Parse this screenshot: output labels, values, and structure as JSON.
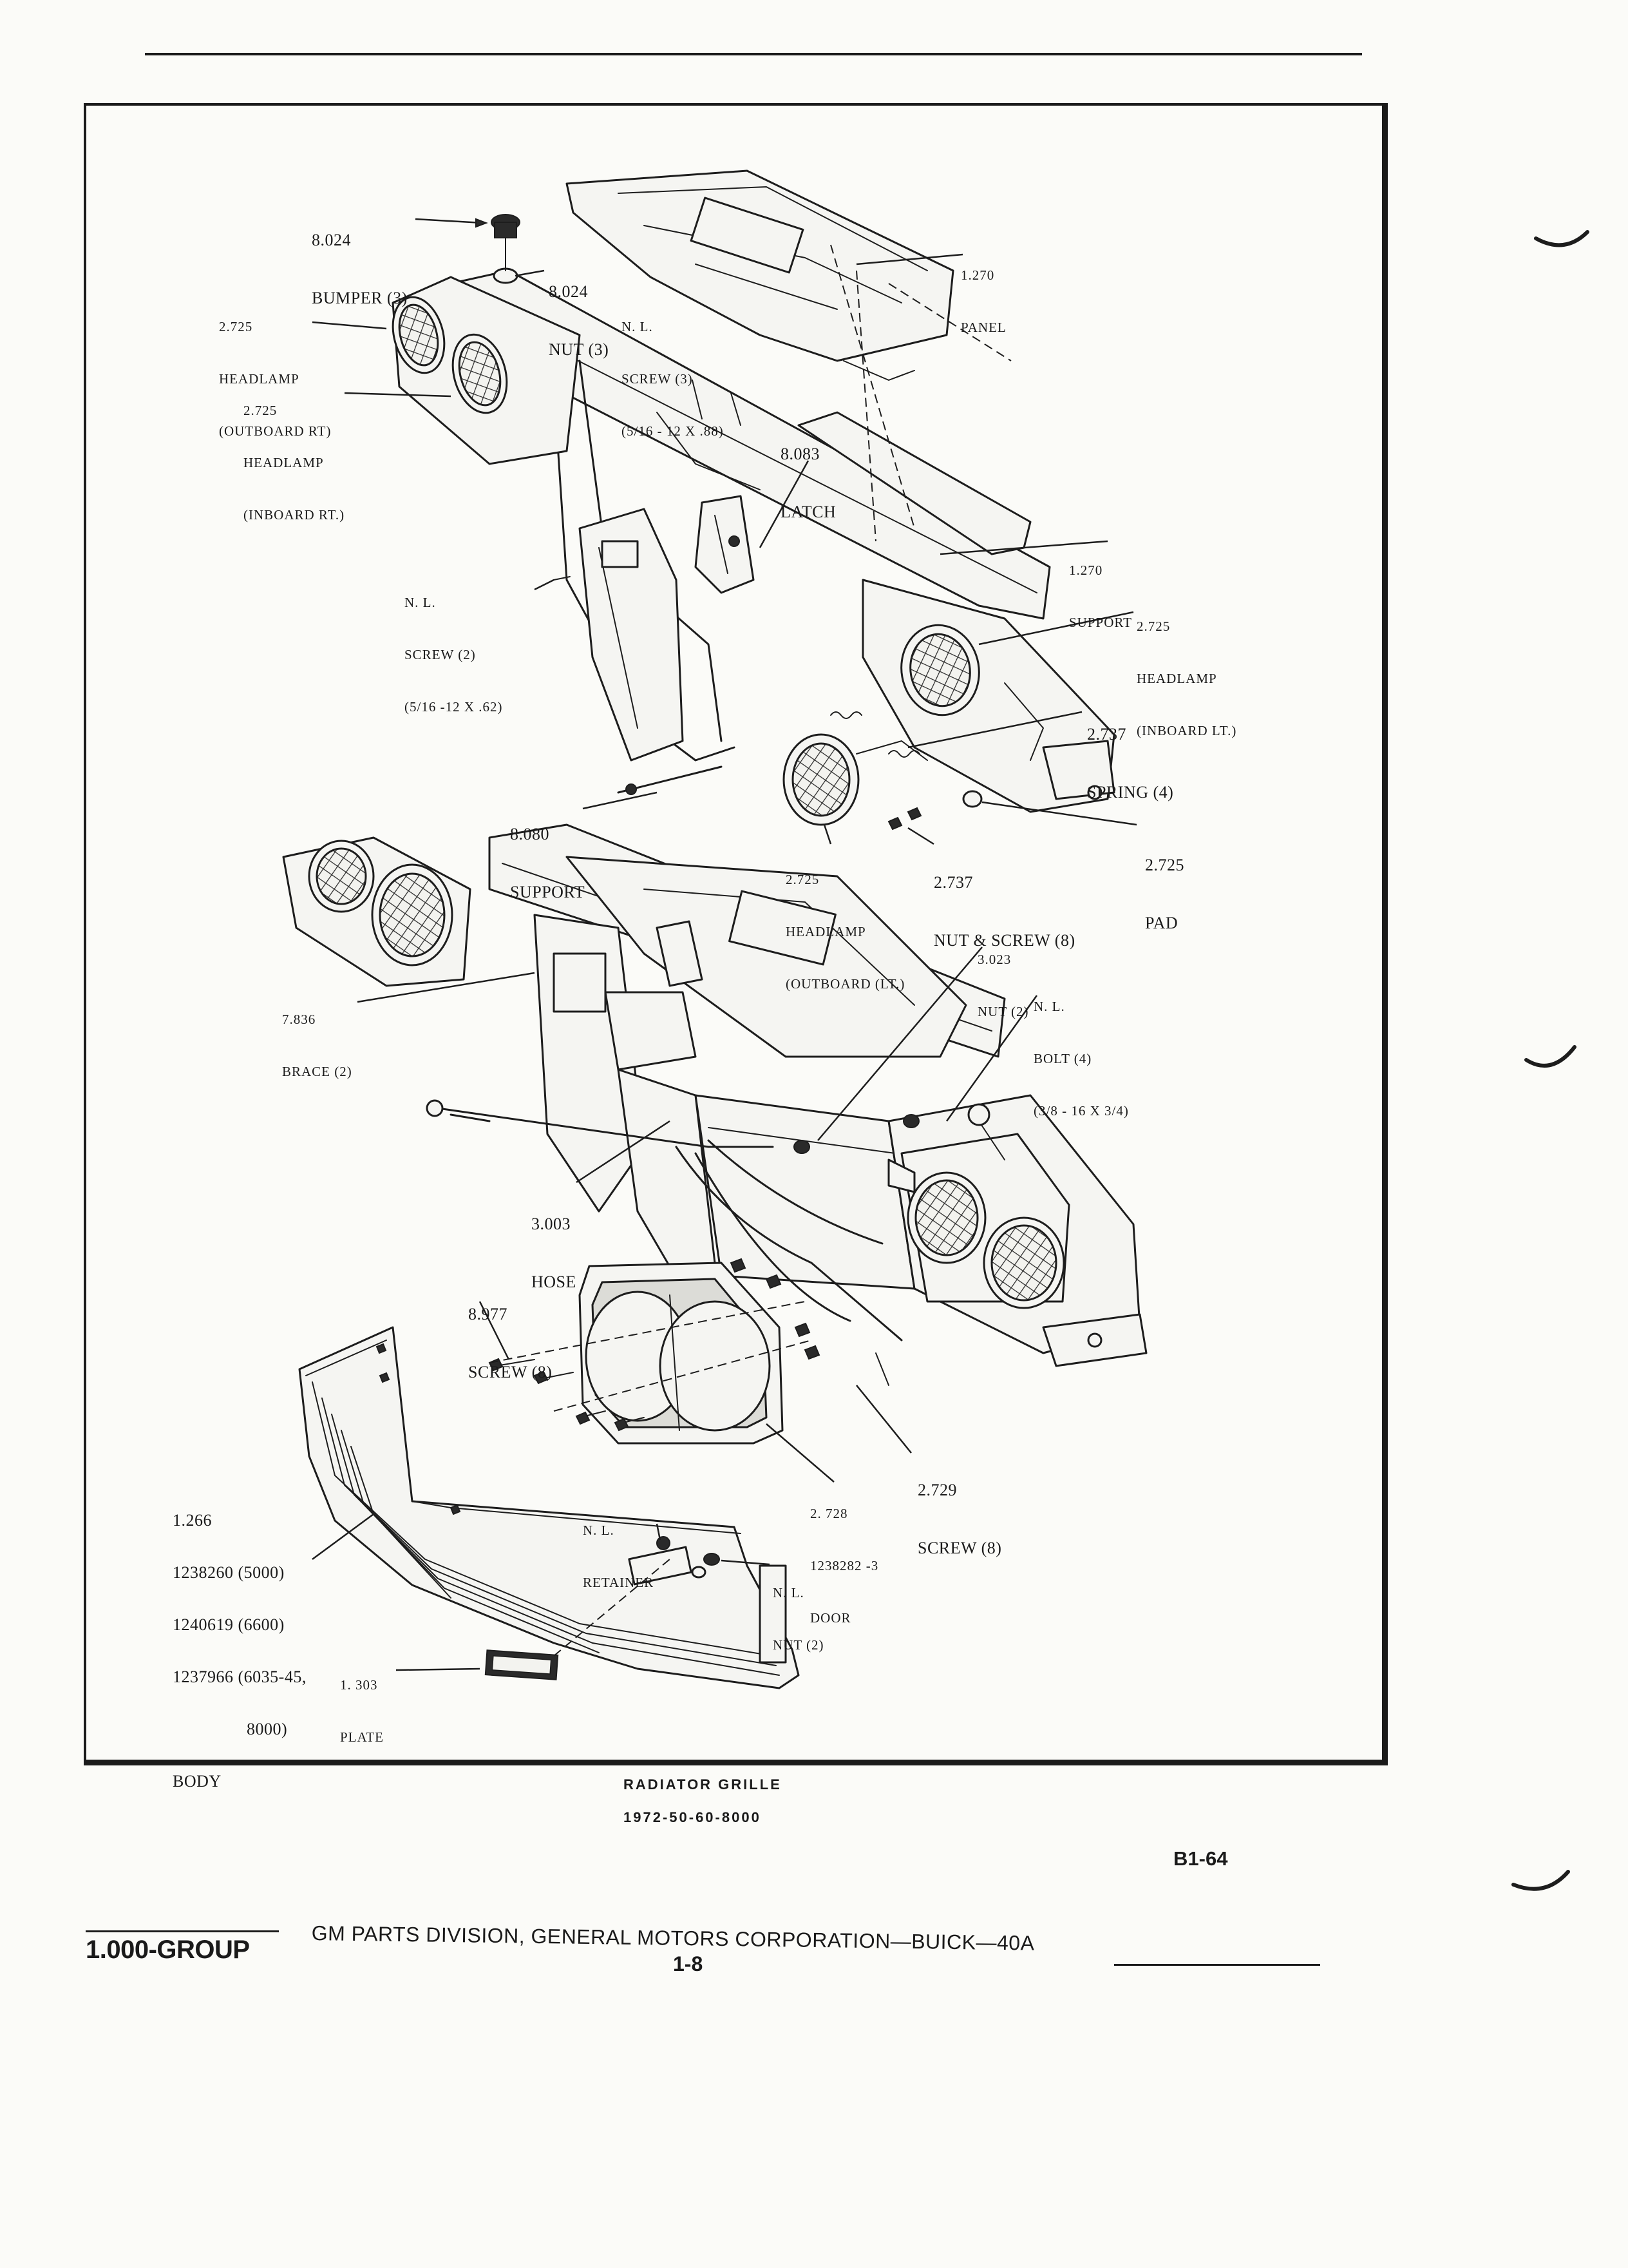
{
  "labels": {
    "bumper": {
      "num": "8.024",
      "text": "BUMPER (3)"
    },
    "nut_top": {
      "num": "8.024",
      "text": "NUT (3)"
    },
    "panel": {
      "num": "1.270",
      "text": "PANEL"
    },
    "headlamp_outboard_rt": {
      "num": "2.725",
      "line1": "HEADLAMP",
      "line2": "(OUTBOARD RT)"
    },
    "screw_nl_top": {
      "num": "N. L.",
      "line1": "SCREW (3)",
      "line2": "(5/16 - 12 x .88)"
    },
    "headlamp_inboard_rt": {
      "num": "2.725",
      "line1": "HEADLAMP",
      "line2": "(INBOARD RT.)"
    },
    "latch": {
      "num": "8.083",
      "text": "LATCH"
    },
    "support_upper": {
      "num": "1.270",
      "text": "SUPPORT"
    },
    "screw_nl_mid": {
      "num": "N. L.",
      "line1": "SCREW (2)",
      "line2": "(5/16 -12 x .62)"
    },
    "headlamp_inboard_lt": {
      "num": "2.725",
      "line1": "HEADLAMP",
      "line2": "(INBOARD LT.)"
    },
    "spring": {
      "num": "2.737",
      "text": "SPRING (4)"
    },
    "support_lower": {
      "num": "8.080",
      "text": "SUPPORT"
    },
    "pad": {
      "num": "2.725",
      "text": "PAD"
    },
    "headlamp_outboard_lt": {
      "num": "2.725",
      "line1": "HEADLAMP",
      "line2": "(OUTBOARD (LT.)"
    },
    "nut_screw": {
      "num": "2.737",
      "text": "NUT & SCREW (8)"
    },
    "nut_mid": {
      "num": "3.023",
      "text": "NUT (2)"
    },
    "bolt": {
      "num": "N. L.",
      "line1": "BOLT (4)",
      "line2": "(3/8 - 16 x 3/4)"
    },
    "brace": {
      "num": "7.836",
      "text": "BRACE (2)"
    },
    "hose": {
      "num": "3.003",
      "text": "HOSE"
    },
    "screw_bezel": {
      "num": "8.977",
      "text": "SCREW (8)"
    },
    "screw_door": {
      "num": "2.729",
      "text": "SCREW (8)"
    },
    "door": {
      "num": "2. 728",
      "line1": "1238282 -3",
      "line2": "DOOR"
    },
    "body": {
      "line1": "1.266",
      "line2": "1238260 (5000)",
      "line3": "1240619 (6600)",
      "line4": "1237966 (6035-45,",
      "line5": "8000)",
      "line6": "BODY"
    },
    "retainer": {
      "num": "N. L.",
      "text": "RETAINER"
    },
    "nut_nl_bottom": {
      "num": "N. L.",
      "text": "NUT (2)"
    },
    "plate": {
      "num": "1. 303",
      "text": "PLATE"
    }
  },
  "caption": {
    "title": "RADIATOR GRILLE",
    "code": "1972-50-60-8000"
  },
  "page_ref": "B1-64",
  "footer": {
    "group": "1.000-GROUP",
    "publisher": "GM PARTS DIVISION, GENERAL MOTORS CORPORATION—BUICK—40A",
    "page_number": "1-8"
  }
}
